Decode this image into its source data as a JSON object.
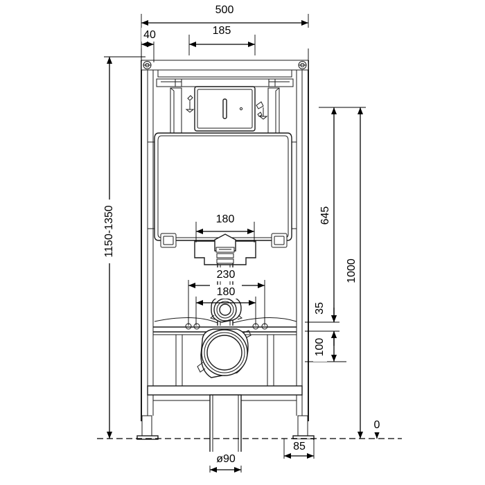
{
  "drawing": {
    "title": "Wall-hung WC installation frame dimensional drawing",
    "units": "mm",
    "line_color": "#1a1a1a",
    "background": "#ffffff"
  },
  "dimensions": {
    "overall_width": "500",
    "left_offset": "40",
    "flush_plate_width": "185",
    "height_range": "1150-1350",
    "cistern_outlet_span": "180",
    "fixing_bolts_outer": "230",
    "fixing_bolts_inner": "180",
    "connector_height": "645",
    "total_height": "1000",
    "offset_35": "35",
    "outlet_height": "100",
    "waste_pipe_diameter": "ø90",
    "foot_offset": "85",
    "floor_datum": "0"
  },
  "labels": [
    {
      "id": "w500",
      "text": "500"
    },
    {
      "id": "w40",
      "text": "40"
    },
    {
      "id": "w185",
      "text": "185"
    },
    {
      "id": "h1150_1350",
      "text": "1150-1350"
    },
    {
      "id": "w180_upper",
      "text": "180"
    },
    {
      "id": "w230",
      "text": "230"
    },
    {
      "id": "w180_lower",
      "text": "180"
    },
    {
      "id": "h645",
      "text": "645"
    },
    {
      "id": "h1000",
      "text": "1000"
    },
    {
      "id": "h35",
      "text": "35"
    },
    {
      "id": "h100",
      "text": "100"
    },
    {
      "id": "d90",
      "text": "ø90"
    },
    {
      "id": "w85",
      "text": "85"
    },
    {
      "id": "datum0",
      "text": "0"
    }
  ]
}
